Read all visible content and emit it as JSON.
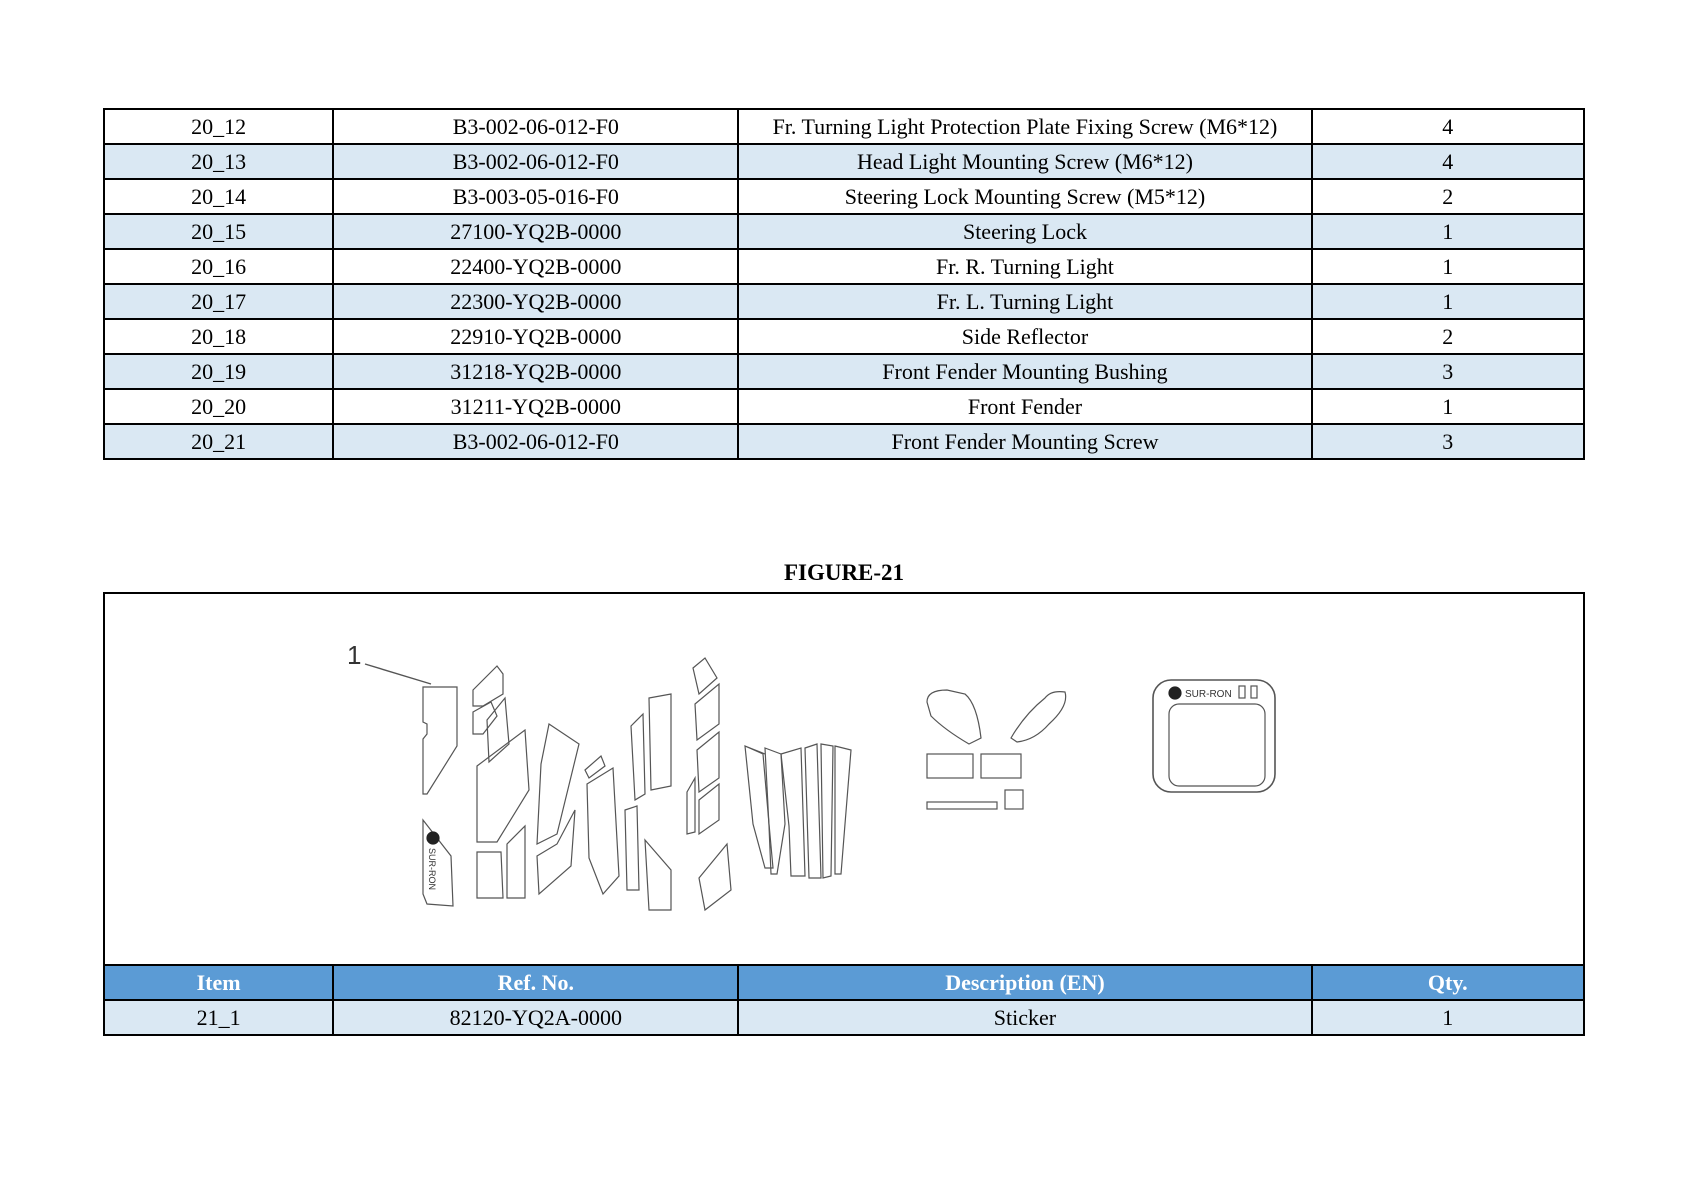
{
  "top_table": {
    "rows": [
      {
        "item": "20_12",
        "ref": "B3-002-06-012-F0",
        "desc": "Fr. Turning Light Protection Plate Fixing Screw (M6*12)",
        "qty": "4"
      },
      {
        "item": "20_13",
        "ref": "B3-002-06-012-F0",
        "desc": "Head Light Mounting Screw (M6*12)",
        "qty": "4"
      },
      {
        "item": "20_14",
        "ref": "B3-003-05-016-F0",
        "desc": "Steering Lock Mounting Screw (M5*12)",
        "qty": "2"
      },
      {
        "item": "20_15",
        "ref": "27100-YQ2B-0000",
        "desc": "Steering Lock",
        "qty": "1"
      },
      {
        "item": "20_16",
        "ref": "22400-YQ2B-0000",
        "desc": "Fr. R. Turning Light",
        "qty": "1"
      },
      {
        "item": "20_17",
        "ref": "22300-YQ2B-0000",
        "desc": "Fr. L. Turning Light",
        "qty": "1"
      },
      {
        "item": "20_18",
        "ref": "22910-YQ2B-0000",
        "desc": "Side Reflector",
        "qty": "2"
      },
      {
        "item": "20_19",
        "ref": "31218-YQ2B-0000",
        "desc": "Front Fender Mounting Bushing",
        "qty": "3"
      },
      {
        "item": "20_20",
        "ref": "31211-YQ2B-0000",
        "desc": "Front Fender",
        "qty": "1"
      },
      {
        "item": "20_21",
        "ref": "B3-002-06-012-F0",
        "desc": "Front Fender Mounting Screw",
        "qty": "3"
      }
    ]
  },
  "figure": {
    "title": "FIGURE-21",
    "callout": "1",
    "brand_mark": "SUR-RON"
  },
  "bottom_table": {
    "headers": {
      "item": "Item",
      "ref": "Ref. No.",
      "desc": "Description (EN)",
      "qty": "Qty."
    },
    "rows": [
      {
        "item": "21_1",
        "ref": "82120-YQ2A-0000",
        "desc": "Sticker",
        "qty": "1"
      }
    ]
  },
  "colors": {
    "header_blue": "#5b9bd5",
    "row_alt": "#dae8f3"
  }
}
